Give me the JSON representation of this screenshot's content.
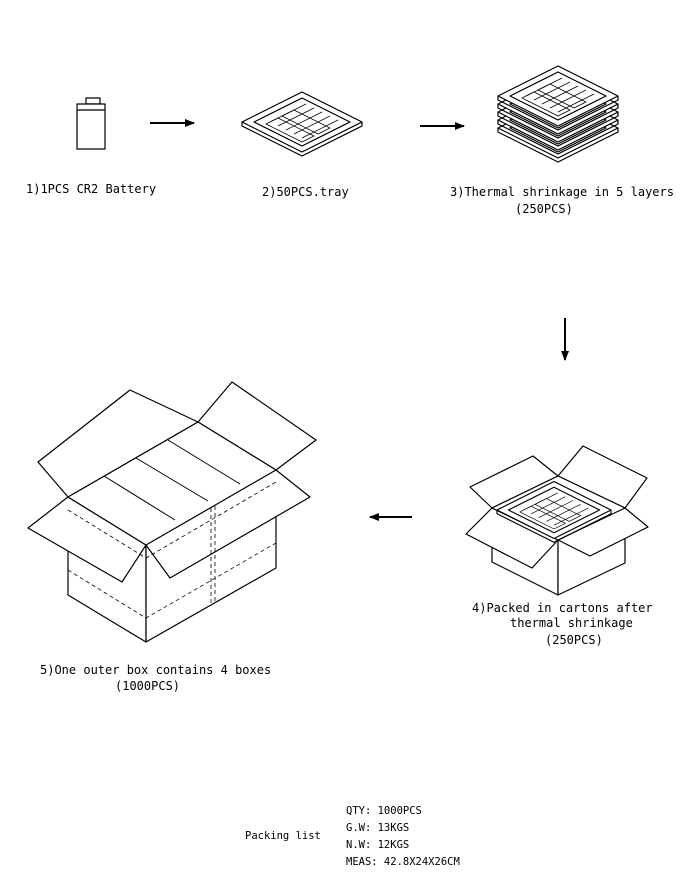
{
  "steps": {
    "s1": {
      "label": "1)1PCS CR2 Battery"
    },
    "s2": {
      "label": "2)50PCS.tray"
    },
    "s3": {
      "line1": "3)Thermal shrinkage in 5 layers",
      "line2": "(250PCS)"
    },
    "s4": {
      "line1": "4)Packed in cartons after",
      "line2": "thermal shrinkage",
      "line3": "(250PCS)"
    },
    "s5": {
      "line1": "5)One outer box contains 4 boxes",
      "line2": "(1000PCS)"
    }
  },
  "packing": {
    "title": "Packing list",
    "qty": "QTY: 1000PCS",
    "gw": "G.W: 13KGS",
    "nw": "N.W: 12KGS",
    "meas": "MEAS: 42.8X24X26CM"
  }
}
